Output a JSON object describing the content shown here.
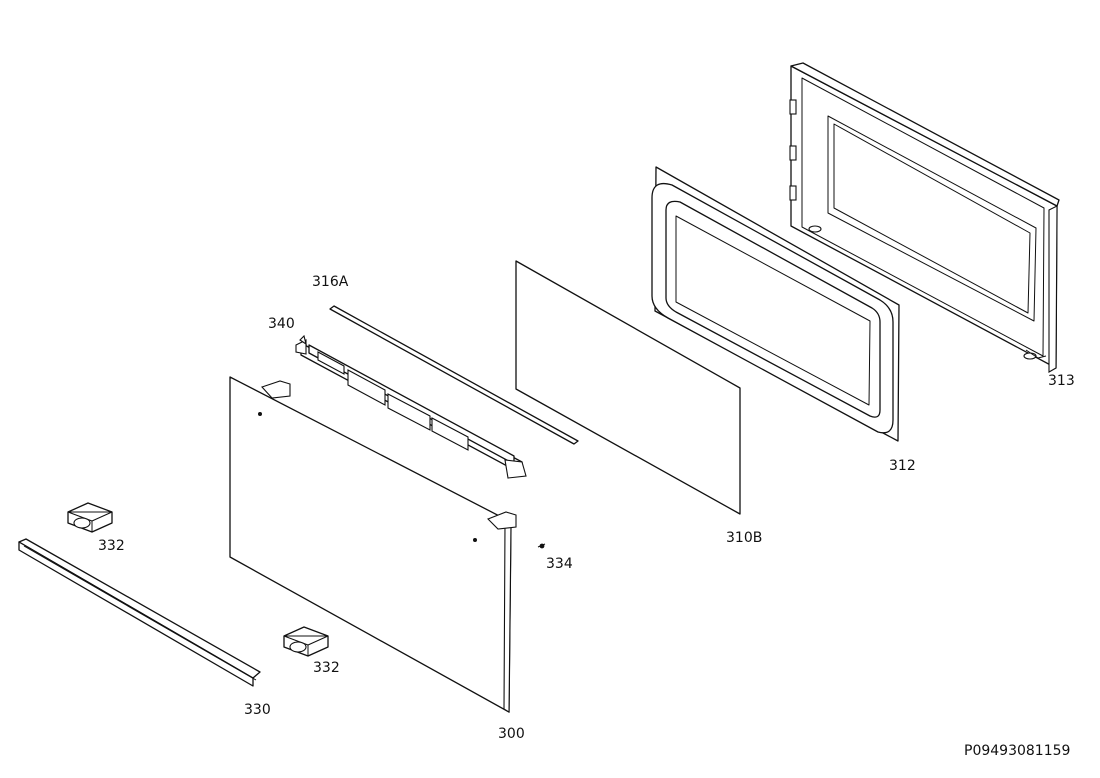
{
  "diagram": {
    "type": "exploded-parts-view",
    "drawing_code": "P09493081159",
    "parts": [
      {
        "id": "313",
        "label": "313"
      },
      {
        "id": "312",
        "label": "312"
      },
      {
        "id": "310B",
        "label": "310B"
      },
      {
        "id": "316A",
        "label": "316A"
      },
      {
        "id": "340",
        "label": "340"
      },
      {
        "id": "300",
        "label": "300"
      },
      {
        "id": "332a",
        "label": "332"
      },
      {
        "id": "332b",
        "label": "332"
      },
      {
        "id": "330",
        "label": "330"
      },
      {
        "id": "334",
        "label": "334"
      }
    ]
  }
}
